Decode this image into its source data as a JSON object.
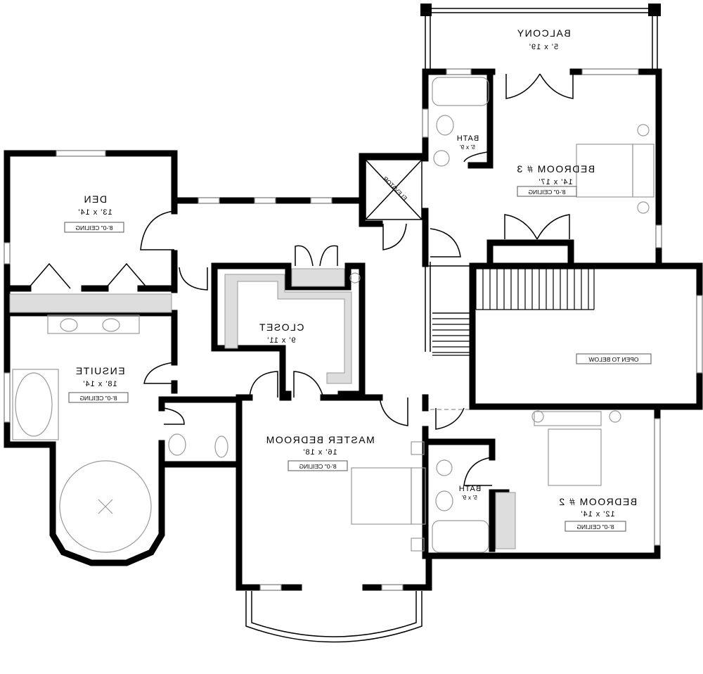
{
  "plan": {
    "mirrored": true,
    "rooms": [
      {
        "id": "balcony",
        "name": "BALCONY",
        "dims": "5' x 19'"
      },
      {
        "id": "bedroom3",
        "name": "BEDROOM # 3",
        "dims": "14' x 17'",
        "ceiling": "8'-0\" CEILING"
      },
      {
        "id": "bath-upper",
        "name": "BATH",
        "dims": "5' x 9'"
      },
      {
        "id": "elevator",
        "name": "ELEVATOR"
      },
      {
        "id": "den",
        "name": "DEN",
        "dims": "13' x 14'",
        "ceiling": "8'-0\" CEILING"
      },
      {
        "id": "closet",
        "name": "CLOSET",
        "dims": "9' x 11'"
      },
      {
        "id": "ensuite",
        "name": "ENSUITE",
        "dims": "18' x 14'",
        "ceiling": "8'-0\" CEILING"
      },
      {
        "id": "master",
        "name": "MASTER BEDROOM",
        "dims": "16' x 18'",
        "ceiling": "8'-0\" CEILING"
      },
      {
        "id": "bath-lower",
        "name": "BATH",
        "dims": "5' x 9'"
      },
      {
        "id": "bedroom2",
        "name": "BEDROOM # 2",
        "dims": "12' x 14'",
        "ceiling": "8'-0\" CEILING"
      },
      {
        "id": "open",
        "name": "OPEN TO BELOW"
      }
    ]
  }
}
